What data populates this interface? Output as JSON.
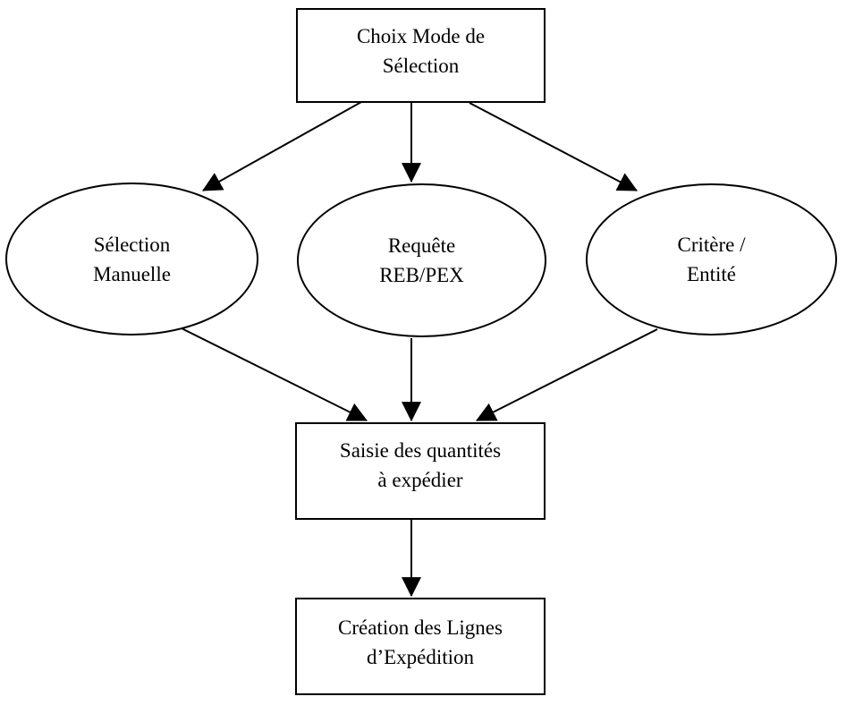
{
  "diagram": {
    "type": "flowchart",
    "colors": {
      "stroke": "#000000",
      "text": "#000000",
      "background": "#ffffff"
    },
    "nodes": {
      "choix_mode": {
        "shape": "rect",
        "line1": "Choix Mode de",
        "line2": "Sélection"
      },
      "selection_manuelle": {
        "shape": "ellipse",
        "line1": "Sélection",
        "line2": "Manuelle"
      },
      "requete_reb_pex": {
        "shape": "ellipse",
        "line1": "Requête",
        "line2": "REB/PEX"
      },
      "critere_entite": {
        "shape": "ellipse",
        "line1": "Critère /",
        "line2": "Entité"
      },
      "saisie_quantites": {
        "shape": "rect",
        "line1": "Saisie des quantités",
        "line2": "à expédier"
      },
      "creation_lignes": {
        "shape": "rect",
        "line1": "Création des Lignes",
        "line2": "d’Expédition"
      }
    },
    "edges": [
      {
        "from": "choix_mode",
        "to": "selection_manuelle"
      },
      {
        "from": "choix_mode",
        "to": "requete_reb_pex"
      },
      {
        "from": "choix_mode",
        "to": "critere_entite"
      },
      {
        "from": "selection_manuelle",
        "to": "saisie_quantites"
      },
      {
        "from": "requete_reb_pex",
        "to": "saisie_quantites"
      },
      {
        "from": "critere_entite",
        "to": "saisie_quantites"
      },
      {
        "from": "saisie_quantites",
        "to": "creation_lignes"
      }
    ]
  }
}
